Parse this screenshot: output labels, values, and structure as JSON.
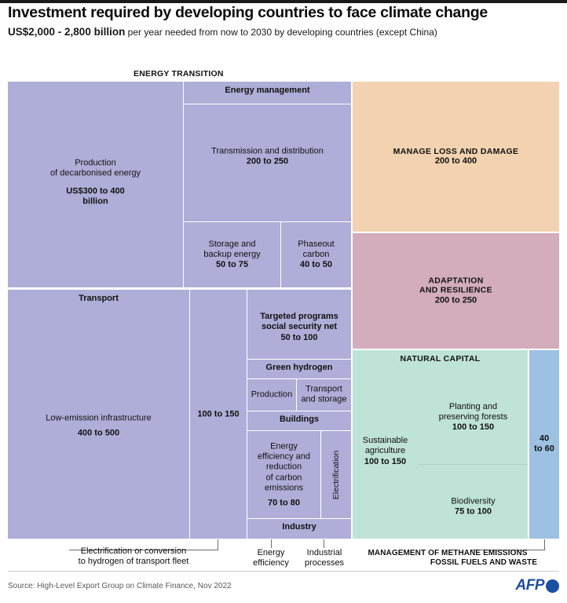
{
  "header": {
    "title": "Investment required by developing countries to face climate change",
    "subtitle_strong": "US$2,000 - 2,800 billion",
    "subtitle_rest": " per year needed from now to 2030 by developing countries (except China)"
  },
  "section_label": "ENERGY TRANSITION",
  "colors": {
    "energy_purple": "#aeaed8",
    "loss_peach": "#f2d2b0",
    "adaptation_mauve": "#d3adbc",
    "natural_green": "#bfe3d6",
    "methane_blue": "#9dc1e3",
    "afp_blue": "#1b4fa0"
  },
  "chart_data": {
    "type": "treemap",
    "title": "Investment required by developing countries to face climate change",
    "subtitle": "US$2,000 - 2,800 billion per year needed from now to 2030 by developing countries (except China)",
    "unit": "US$ billion per year",
    "total_range": "2,000 - 2,800",
    "groups": [
      {
        "name": "ENERGY TRANSITION",
        "color": "#aeaed8",
        "items": [
          {
            "label": "Production of decarbonised energy",
            "value": "US$300 to 400 billion",
            "low": 300,
            "high": 400
          },
          {
            "label": "Energy management",
            "value": "",
            "low": null,
            "high": null
          },
          {
            "label": "Transmission and distribution",
            "value": "200 to 250",
            "low": 200,
            "high": 250
          },
          {
            "label": "Storage and backup energy",
            "value": "50 to 75",
            "low": 50,
            "high": 75
          },
          {
            "label": "Phaseout carbon",
            "value": "40 to 50",
            "low": 40,
            "high": 50
          },
          {
            "label": "Transport",
            "value": "",
            "low": null,
            "high": null
          },
          {
            "label": "Low-emission infrastructure",
            "value": "400 to 500",
            "low": 400,
            "high": 500
          },
          {
            "label": "Electrification or conversion to hydrogen of transport fleet",
            "value": "100 to 150",
            "low": 100,
            "high": 150
          },
          {
            "label": "Targeted programs social security net",
            "value": "50 to 100",
            "low": 50,
            "high": 100
          },
          {
            "label": "Green hydrogen",
            "value": "",
            "low": null,
            "high": null
          },
          {
            "label": "Production",
            "value": "",
            "low": null,
            "high": null
          },
          {
            "label": "Transport and storage",
            "value": "",
            "low": null,
            "high": null
          },
          {
            "label": "Buildings",
            "value": "",
            "low": null,
            "high": null
          },
          {
            "label": "Energy efficiency and reduction of carbon emissions",
            "value": "70 to 80",
            "low": 70,
            "high": 80
          },
          {
            "label": "Electrification",
            "value": "",
            "low": null,
            "high": null
          },
          {
            "label": "Industry",
            "value": "",
            "low": null,
            "high": null
          },
          {
            "label": "Energy efficiency",
            "value": "",
            "low": null,
            "high": null
          },
          {
            "label": "Industrial processes",
            "value": "",
            "low": null,
            "high": null
          }
        ]
      },
      {
        "name": "MANAGE LOSS AND DAMAGE",
        "color": "#f2d2b0",
        "items": [
          {
            "label": "MANAGE LOSS AND DAMAGE",
            "value": "200 to 400",
            "low": 200,
            "high": 400
          }
        ]
      },
      {
        "name": "ADAPTATION AND RESILIENCE",
        "color": "#d3adbc",
        "items": [
          {
            "label": "ADAPTATION AND RESILIENCE",
            "value": "200 to 250",
            "low": 200,
            "high": 250
          }
        ]
      },
      {
        "name": "NATURAL CAPITAL",
        "color": "#bfe3d6",
        "items": [
          {
            "label": "Sustainable agriculture",
            "value": "100 to 150",
            "low": 100,
            "high": 150
          },
          {
            "label": "Planting and preserving forests",
            "value": "100 to 150",
            "low": 100,
            "high": 150
          },
          {
            "label": "Biodiversity",
            "value": "75 to 100",
            "low": 75,
            "high": 100
          }
        ]
      },
      {
        "name": "MANAGEMENT OF METHANE EMISSIONS FOSSIL FUELS AND WASTE",
        "color": "#9dc1e3",
        "items": [
          {
            "label": "MANAGEMENT OF METHANE EMISSIONS FOSSIL FUELS AND WASTE",
            "value": "40 to 60",
            "low": 40,
            "high": 60
          }
        ]
      }
    ]
  },
  "cells": {
    "energy_transition": "ENERGY TRANSITION",
    "energy_management": "Energy management",
    "production_decarbonised_l1": "Production",
    "production_decarbonised_l2": "of decarbonised energy",
    "production_decarbonised_val1": "US$300 to 400",
    "production_decarbonised_val2": "billion",
    "transmission_label": "Transmission and distribution",
    "transmission_value": "200 to 250",
    "storage_l1": "Storage and",
    "storage_l2": "backup energy",
    "storage_value": "50 to 75",
    "phaseout_l1": "Phaseout",
    "phaseout_l2": "carbon",
    "phaseout_value": "40 to 50",
    "transport_header": "Transport",
    "low_emission_label": "Low-emission infrastructure",
    "low_emission_value": "400 to 500",
    "fleet_value": "100 to 150",
    "targeted_l1": "Targeted programs",
    "targeted_l2": "social security net",
    "targeted_value": "50 to 100",
    "green_hydrogen": "Green hydrogen",
    "gh_production": "Production",
    "gh_transport_l1": "Transport",
    "gh_transport_l2": "and storage",
    "buildings": "Buildings",
    "buildings_l1": "Energy",
    "buildings_l2": "efficiency and",
    "buildings_l3": "reduction",
    "buildings_l4": "of carbon",
    "buildings_l5": "emissions",
    "buildings_value": "70 to 80",
    "electrification": "Electrification",
    "industry": "Industry",
    "manage_loss_l1": "MANAGE LOSS AND DAMAGE",
    "manage_loss_value": "200 to 400",
    "adaptation_l1": "ADAPTATION",
    "adaptation_l2": "AND RESILIENCE",
    "adaptation_value": "200 to 250",
    "natural_capital": "NATURAL CAPITAL",
    "sustainable_l1": "Sustainable",
    "sustainable_l2": "agriculture",
    "sustainable_value": "100 to 150",
    "forests_l1": "Planting and",
    "forests_l2": "preserving forests",
    "forests_value": "100 to 150",
    "biodiversity": "Biodiversity",
    "biodiversity_value": "75 to 100",
    "methane_v1": "40",
    "methane_v2": "to 60"
  },
  "callouts": {
    "fleet_l1": "Electrification or conversion",
    "fleet_l2": "to hydrogen of transport fleet",
    "energy_eff_l1": "Energy",
    "energy_eff_l2": "efficiency",
    "industrial_l1": "Industrial",
    "industrial_l2": "processes",
    "methane_l1": "MANAGEMENT OF METHANE EMISSIONS",
    "methane_l2": "FOSSIL FUELS  AND WASTE"
  },
  "footer": {
    "source": "Source: High-Level Export Group on Climate Finance, Nov 2022",
    "brand": "AFP"
  }
}
